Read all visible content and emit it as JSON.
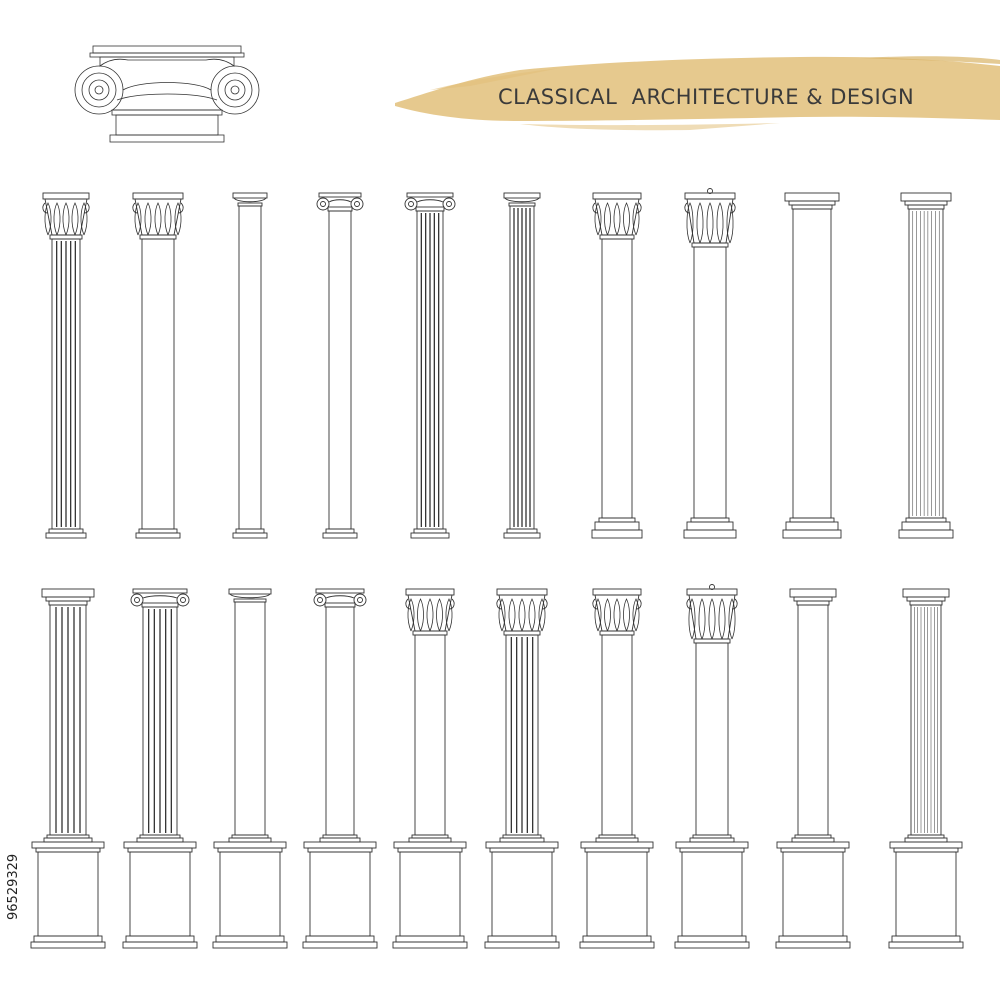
{
  "banner": {
    "title": "CLASSICAL  ARCHITECTURE & DESIGN",
    "brush_color": "#e2c07a"
  },
  "stock_id": "96529329",
  "line_color": "#333333",
  "top_row": [
    {
      "capital": "corinthian",
      "shaft": "fluted-dark",
      "base": "simple"
    },
    {
      "capital": "corinthian",
      "shaft": "plain",
      "base": "simple"
    },
    {
      "capital": "tuscan",
      "shaft": "plain",
      "base": "simple"
    },
    {
      "capital": "ionic",
      "shaft": "plain",
      "base": "simple"
    },
    {
      "capital": "ionic",
      "shaft": "fluted-dark",
      "base": "simple"
    },
    {
      "capital": "tuscan",
      "shaft": "fluted-dark",
      "base": "simple"
    },
    {
      "capital": "corinthian",
      "shaft": "plain",
      "base": "moulded"
    },
    {
      "capital": "composite",
      "shaft": "plain",
      "base": "moulded"
    },
    {
      "capital": "doric",
      "shaft": "plain",
      "base": "moulded"
    },
    {
      "capital": "doric",
      "shaft": "fluted-light",
      "base": "moulded"
    }
  ],
  "bottom_row": [
    {
      "capital": "doric",
      "shaft": "fluted-dark",
      "base": "pedestal"
    },
    {
      "capital": "ionic",
      "shaft": "fluted-dark",
      "base": "pedestal"
    },
    {
      "capital": "tuscan",
      "shaft": "plain",
      "base": "pedestal"
    },
    {
      "capital": "ionic",
      "shaft": "plain",
      "base": "pedestal"
    },
    {
      "capital": "corinthian",
      "shaft": "plain",
      "base": "pedestal"
    },
    {
      "capital": "corinthian",
      "shaft": "fluted-dark",
      "base": "pedestal"
    },
    {
      "capital": "corinthian",
      "shaft": "plain",
      "base": "pedestal"
    },
    {
      "capital": "composite",
      "shaft": "plain",
      "base": "pedestal"
    },
    {
      "capital": "doric",
      "shaft": "plain",
      "base": "pedestal"
    },
    {
      "capital": "doric",
      "shaft": "fluted-light",
      "base": "pedestal"
    }
  ]
}
